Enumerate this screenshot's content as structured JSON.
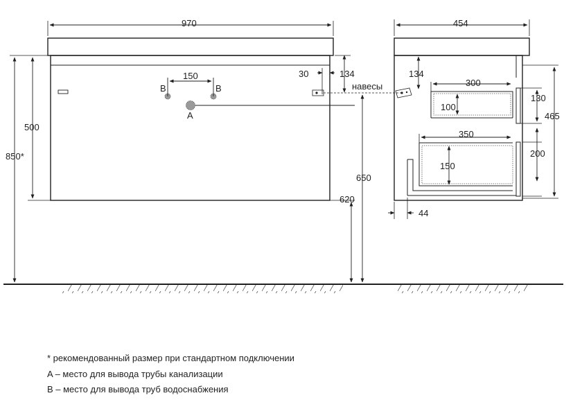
{
  "dimensions": {
    "total_width": "970",
    "depth": "454",
    "pipe_spacing": "150",
    "offset_30": "30",
    "hanger_height_front": "134",
    "hanger_height_side": "134",
    "top_drawer_depth": "300",
    "top_drawer_height": "130",
    "top_drawer_inner": "100",
    "total_height_right": "465",
    "bottom_drawer_depth": "350",
    "bottom_drawer_height": "200",
    "bottom_drawer_inner": "150",
    "back_gap": "44",
    "front_height": "500",
    "overall_height": "850*",
    "hanger_level": "650",
    "bottom_level": "620"
  },
  "labels": {
    "pipe_b_left": "B",
    "pipe_b_right": "B",
    "pipe_a": "A",
    "hangers": "навесы"
  },
  "notes": [
    "* рекомендованный размер при стандартном подключении",
    "A – место для вывода трубы канализации",
    "B – место для вывода труб водоснабжения"
  ],
  "colors": {
    "line": "#1f1f1f",
    "pipe_fill": "#9a9a9a"
  }
}
